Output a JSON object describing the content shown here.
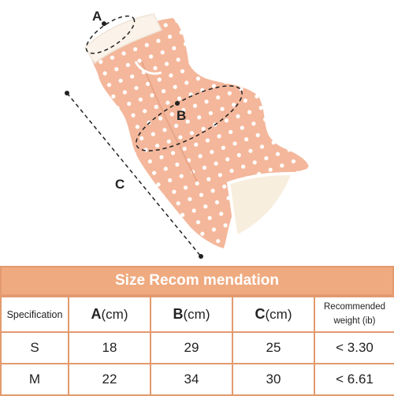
{
  "labels": {
    "a": "A",
    "b": "B",
    "c": "C"
  },
  "table": {
    "title": "Size Recom mendation",
    "header": {
      "specification": "Specification",
      "a_letter": "A",
      "a_unit": "(cm)",
      "b_letter": "B",
      "b_unit": "(cm)",
      "c_letter": "C",
      "c_unit": "(cm)",
      "weight_line1": "Recommended",
      "weight_line2": "weight (ib)"
    },
    "rows": [
      {
        "size": "S",
        "a": "18",
        "b": "29",
        "c": "25",
        "weight": "< 3.30"
      },
      {
        "size": "M",
        "a": "22",
        "b": "34",
        "c": "30",
        "weight": "< 6.61"
      }
    ]
  },
  "colors": {
    "accent": "#efaa80",
    "border": "#e39a6e",
    "garment": "#f4b79b",
    "trim": "#ffffff"
  }
}
